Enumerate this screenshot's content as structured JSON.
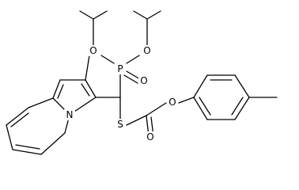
{
  "atoms": {
    "o_ipr_left": "O",
    "o_ipr_right": "O",
    "p": "P",
    "o_phosphoryl": "O",
    "o_aryl": "O",
    "n_indolizine": "N",
    "s": "S",
    "o_carbonyl": "O"
  }
}
